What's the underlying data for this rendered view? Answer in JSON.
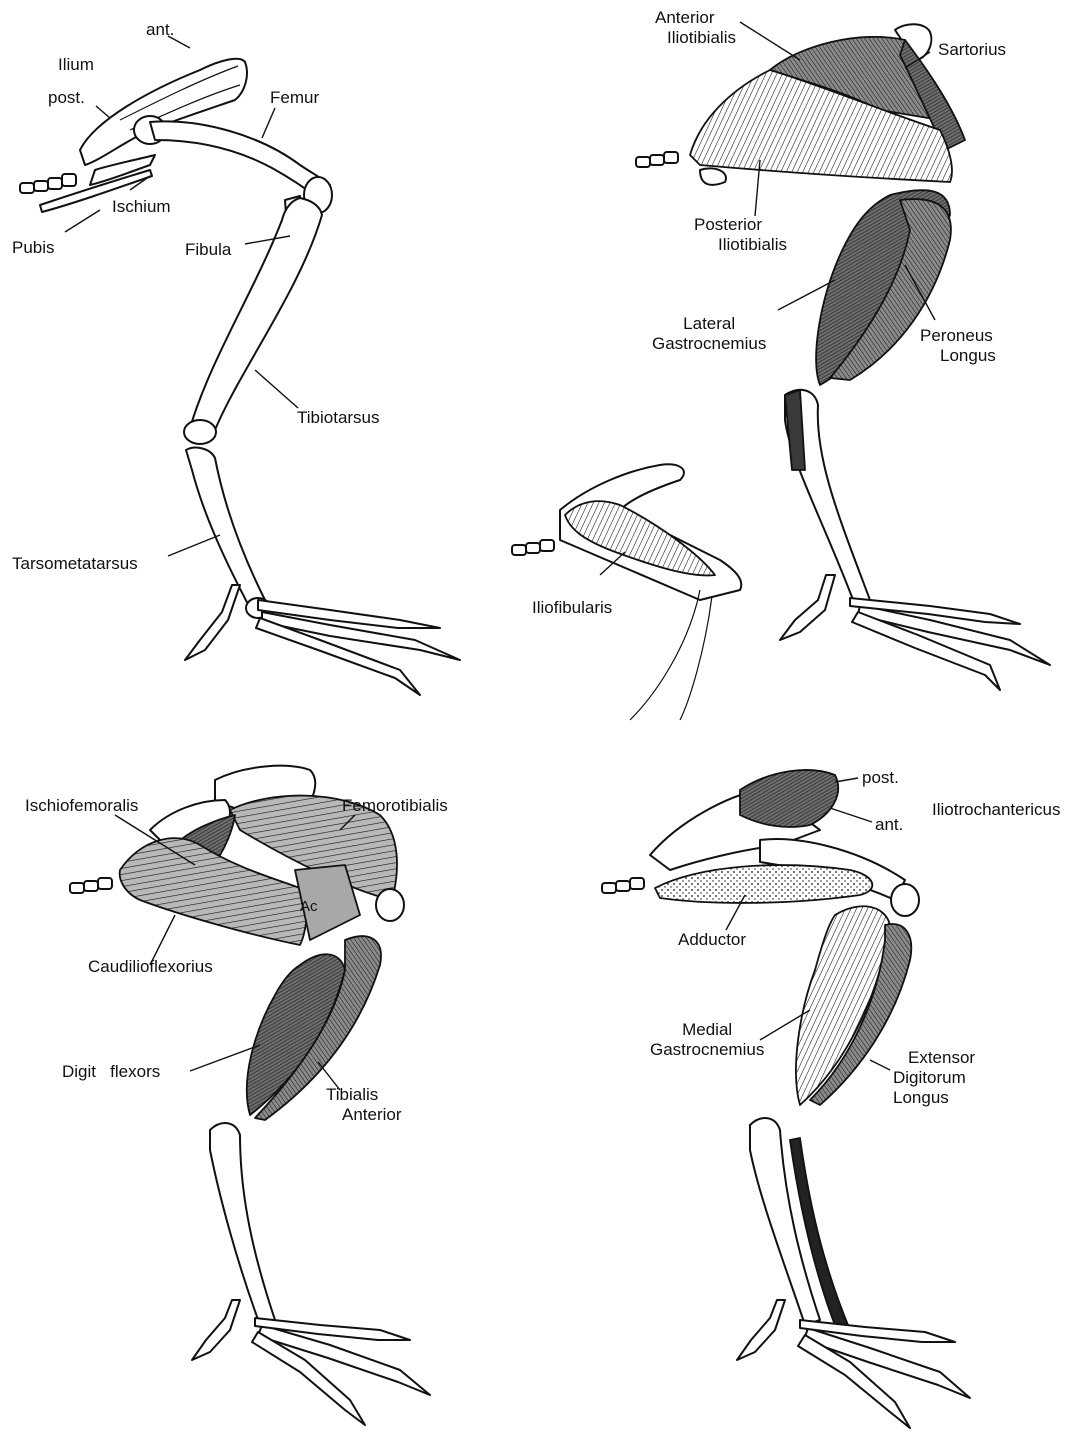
{
  "colors": {
    "ink": "#111111",
    "paper": "#ffffff",
    "muscle_fill": "#9a9a9a",
    "muscle_light": "#d8d8d8"
  },
  "panels": {
    "skeleton": {
      "ilium": "Ilium",
      "ant": "ant.",
      "post": "post.",
      "femur": "Femur",
      "ischium": "Ischium",
      "pubis": "Pubis",
      "fibula": "Fibula",
      "tibiotarsus": "Tibiotarsus",
      "tarsometatarsus": "Tarsometatarsus"
    },
    "superficial": {
      "anterior_iliotibialis": [
        "Anterior",
        "Iliotibialis"
      ],
      "sartorius": "Sartorius",
      "posterior_iliotibialis": [
        "Posterior",
        "Iliotibialis"
      ],
      "lateral_gastrocnemius": [
        "Lateral",
        "Gastrocnemius"
      ],
      "peroneus_longus": [
        "Peroneus",
        "Longus"
      ],
      "iliofibularis": "Iliofibularis"
    },
    "deep_lateral": {
      "ischiofemoralis": "Ischiofemoralis",
      "femorotibialis": "Femorotibialis",
      "ac": "Ac",
      "caudilioflexorius": "Caudilioflexorius",
      "digit_flexors": "Digit   flexors",
      "tibialis_anterior": [
        "Tibialis",
        "Anterior"
      ]
    },
    "medial": {
      "post": "post.",
      "ant": "ant.",
      "iliotrochantericus": "Iliotrochantericus",
      "adductor": "Adductor",
      "medial_gastrocnemius": [
        "Medial",
        "Gastrocnemius"
      ],
      "extensor_digitorum_longus": [
        "Extensor",
        "Digitorum",
        "Longus"
      ]
    }
  }
}
